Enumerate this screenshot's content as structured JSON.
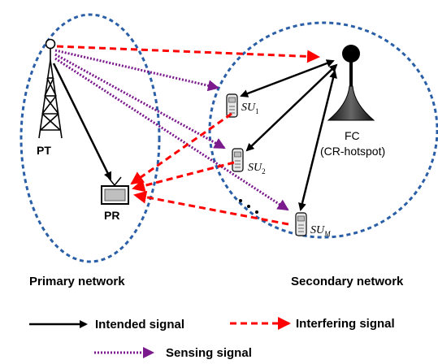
{
  "nodes": {
    "pt": "PT",
    "pr": "PR",
    "fc": "FC",
    "fc_sub": "(CR-hotspot)",
    "su_main": "SU",
    "su1_sub": "1",
    "su2_sub": "2",
    "sum_sub": "M"
  },
  "captions": {
    "primary": "Primary network",
    "secondary": "Secondary network"
  },
  "legend": {
    "intended": "Intended signal",
    "interfering": "Interfering signal",
    "sensing": "Sensing signal"
  },
  "colors": {
    "network_outline": "#2a5fa8",
    "intended": "#000000",
    "interfering": "#ff0000",
    "sensing": "#7a1a8c"
  }
}
